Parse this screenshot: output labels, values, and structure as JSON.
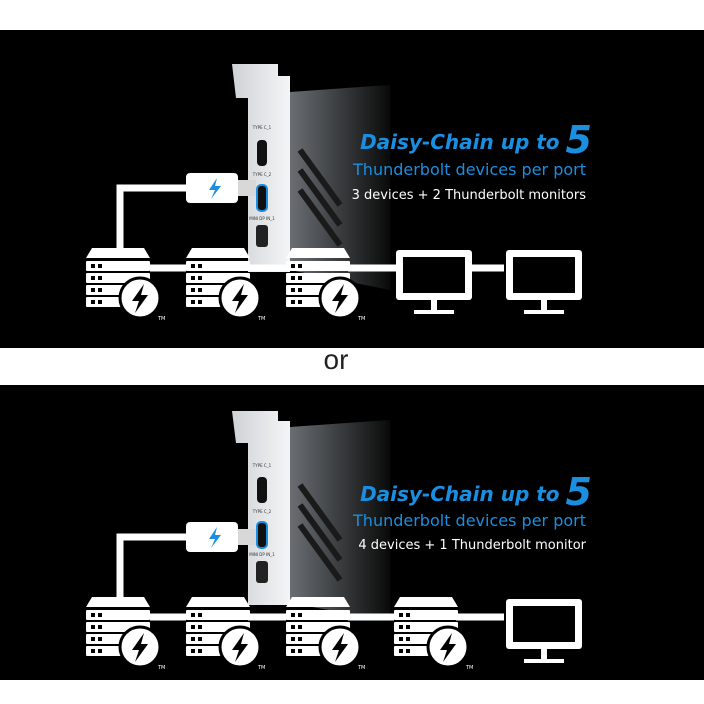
{
  "separator_text": "or",
  "colors": {
    "accent": "#1a8fe0",
    "panel_bg": "#000000",
    "page_bg": "#ffffff"
  },
  "panels": [
    {
      "heading": "Daisy-Chain up to",
      "heading_number": "5",
      "subheading": "Thunderbolt devices per port",
      "description": "3 devices + 2 Thunderbolt monitors",
      "devices": [
        "storage-drive",
        "storage-drive",
        "storage-drive",
        "monitor",
        "monitor"
      ]
    },
    {
      "heading": "Daisy-Chain up to",
      "heading_number": "5",
      "subheading": "Thunderbolt devices per port",
      "description": "4 devices + 1 Thunderbolt monitor",
      "devices": [
        "storage-drive",
        "storage-drive",
        "storage-drive",
        "storage-drive",
        "monitor"
      ]
    }
  ],
  "card_labels": {
    "port_1": "TYPE C_1",
    "port_2": "TYPE C_2",
    "port_3": "MINI DP IN_1"
  },
  "trademark": "TM"
}
